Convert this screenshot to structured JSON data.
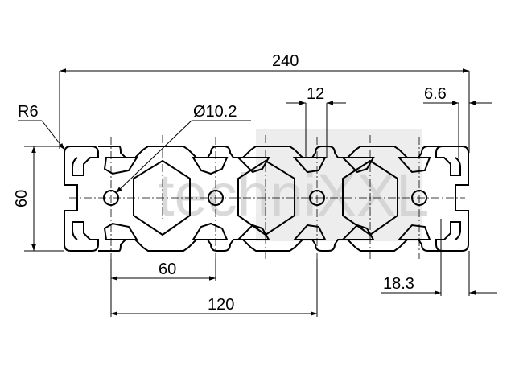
{
  "watermark": {
    "text": "techniXXL",
    "color": "#d9d9d9"
  },
  "dimensions": {
    "width_total": "240",
    "height": "60",
    "radius": "R6",
    "bore_diameter": "Ø10.2",
    "slot_width": "12",
    "wall_thickness": "6.6",
    "pitch": "60",
    "double_pitch": "120",
    "edge_offset": "18.3"
  },
  "colors": {
    "line": "#000000",
    "background": "#ffffff"
  }
}
